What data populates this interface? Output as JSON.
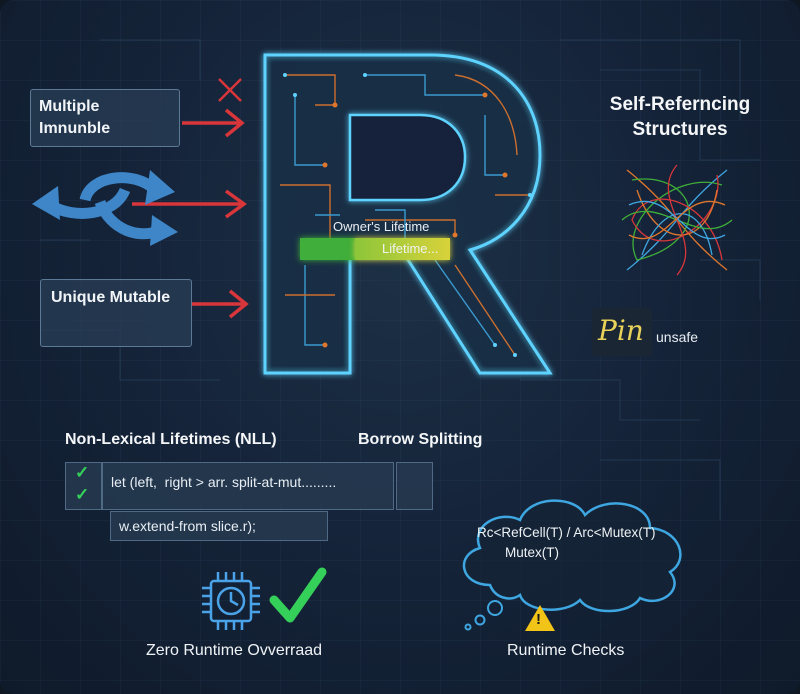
{
  "left_labels": {
    "multiple_immutable": "Multiple\nImnunble",
    "unique_mutable": "Unique Mutable"
  },
  "center": {
    "owners_lifetime": "Owner's Lifetime",
    "lifetime": "Lifetime..."
  },
  "right": {
    "self_ref_title": "Self-Referncing\nStructures",
    "pin": "Pin",
    "unsafe": "unsafe"
  },
  "bottom": {
    "nll_title": "Non-Lexical Lifetimes (NLL)",
    "borrow_splitting": "Borrow Splitting",
    "code_line_1": "let (left,  right > arr. split-at-mut.........",
    "code_line_2": "w.extend-from slice.r);",
    "check_mark": "✓",
    "cloud_text_1": "Rc<RefCell(T) / Arc<Mutex(T)",
    "cloud_text_2": "Mutex(T)",
    "zero_overhead": "Zero Runtime Ovverraad",
    "runtime_checks": "Runtime Checks",
    "warning_symbol": "!"
  },
  "colors": {
    "accent_cyan": "#5fd3ff",
    "arrow_red": "#d8363a",
    "arrow_blue": "#3e86c8",
    "check_green": "#35d05a",
    "lifetime_green": "#3fae3a",
    "lifetime_yellow": "#d8d23a",
    "warning_yellow": "#f2c418"
  },
  "icons": [
    "cross-icon",
    "curved-arrows-icon",
    "chip-clock-icon",
    "checkmark-icon",
    "warning-icon",
    "tangle-icon"
  ]
}
